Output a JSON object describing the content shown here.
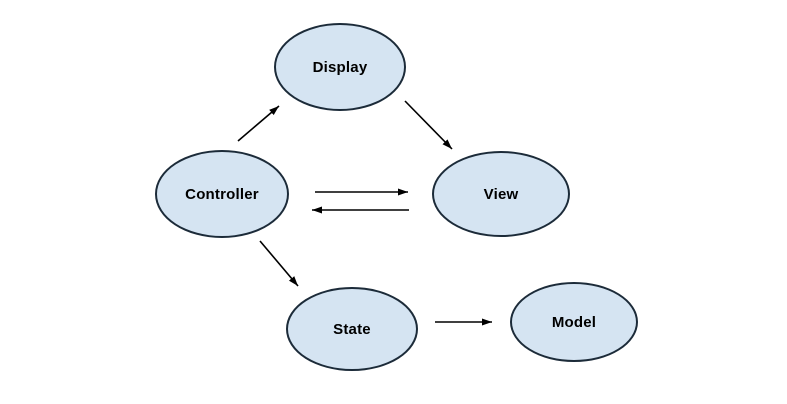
{
  "diagram": {
    "background": "#ffffff",
    "node_fill": "#d5e4f2",
    "node_stroke": "#1c2b39",
    "arrow_color": "#000000",
    "label_color": "#000000",
    "nodes": {
      "display": {
        "label": "Display"
      },
      "controller": {
        "label": "Controller"
      },
      "view": {
        "label": "View"
      },
      "state": {
        "label": "State"
      },
      "model": {
        "label": "Model"
      }
    },
    "edges": [
      {
        "from": "Controller",
        "to": "Display",
        "style": "diagonal-up"
      },
      {
        "from": "Display",
        "to": "View",
        "style": "diagonal-down"
      },
      {
        "from": "Controller",
        "to": "View",
        "style": "horizontal"
      },
      {
        "from": "View",
        "to": "Controller",
        "style": "horizontal"
      },
      {
        "from": "Controller",
        "to": "State",
        "style": "diagonal-down"
      },
      {
        "from": "State",
        "to": "Model",
        "style": "horizontal"
      }
    ]
  }
}
